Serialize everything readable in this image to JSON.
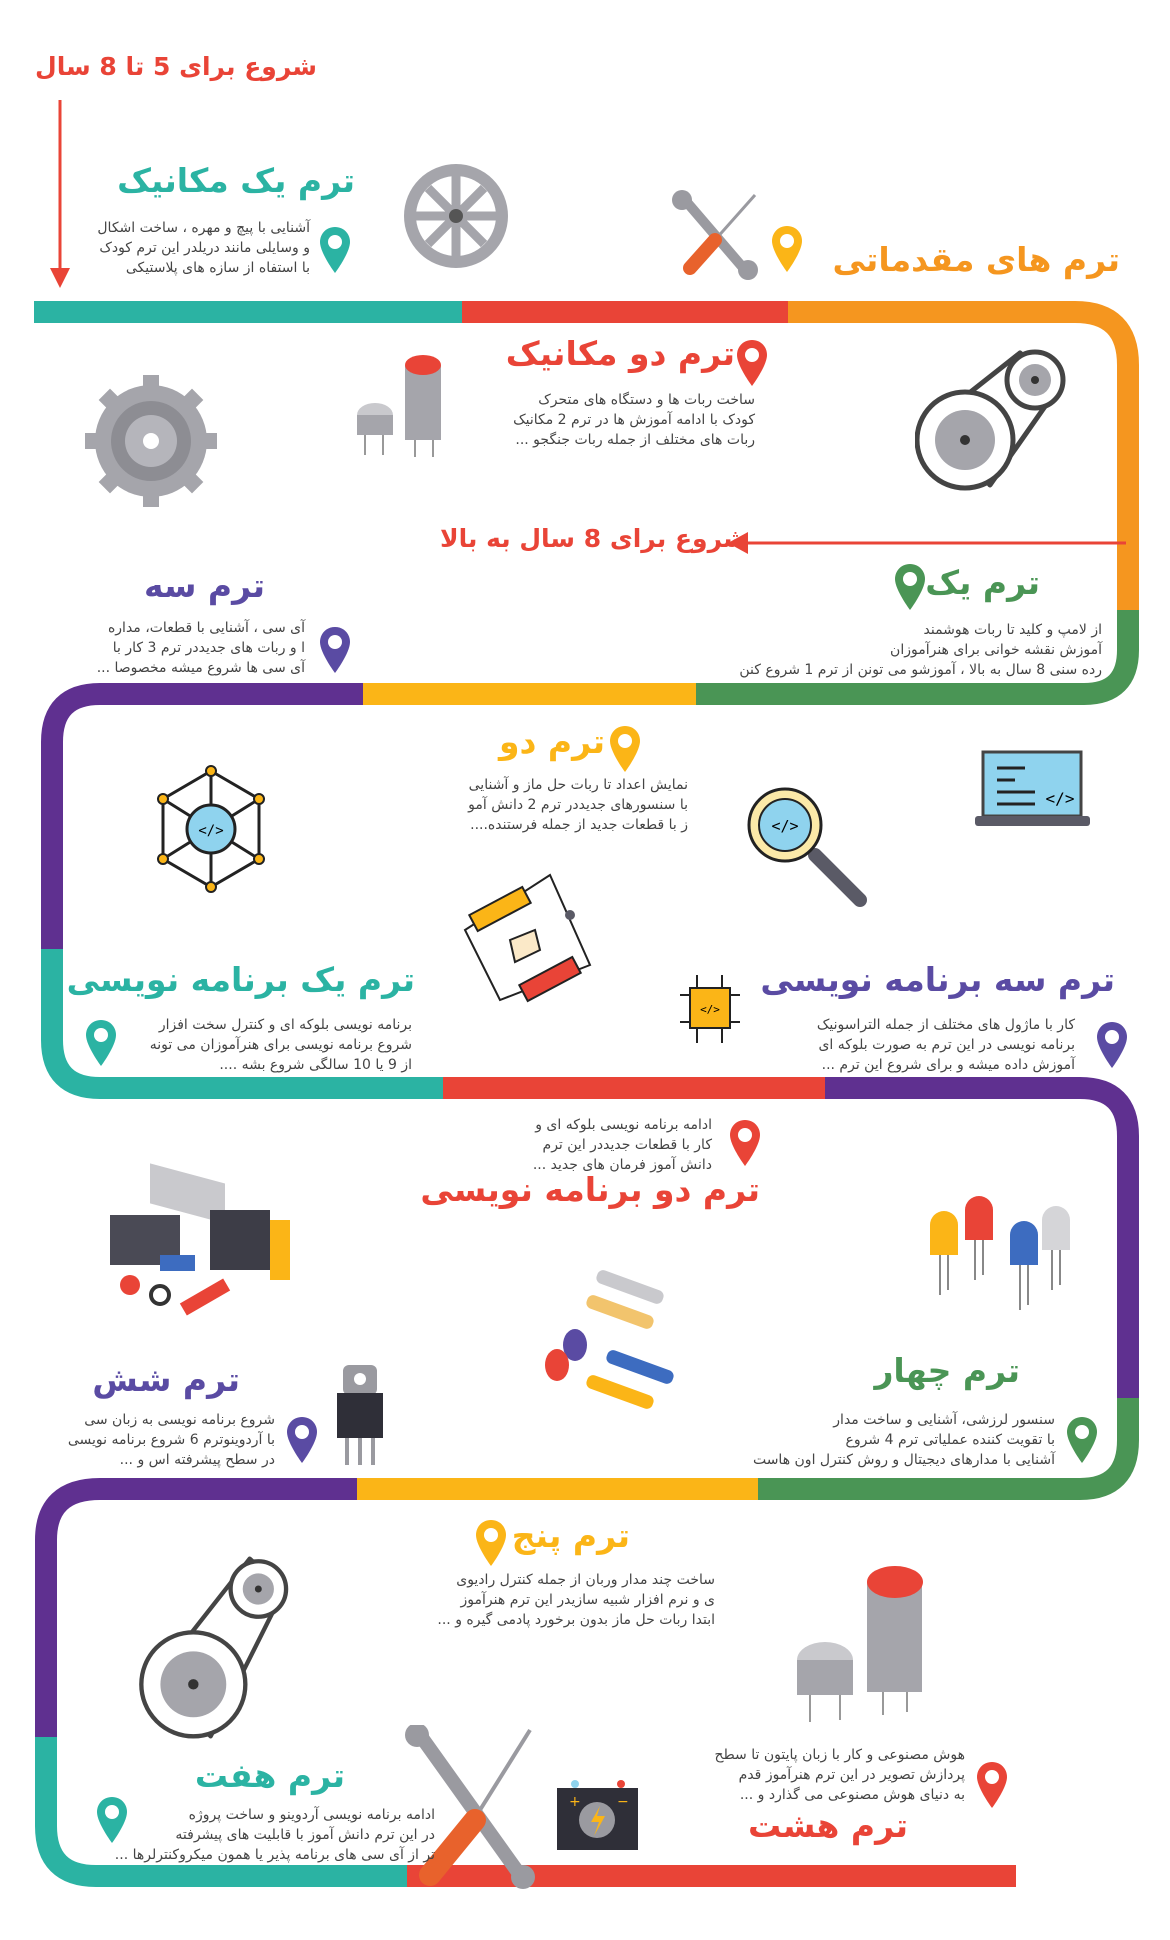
{
  "colors": {
    "teal": "#2bb3a3",
    "red": "#e94437",
    "orange": "#f5961f",
    "yellow": "#fbb517",
    "green": "#4a9555",
    "purple": "#5f3090",
    "title_purple": "#5a4ba3",
    "text": "#444444"
  },
  "start_labels": {
    "age_5_8": "شروع برای 5 تا 8 سال",
    "age_8_up": "شروع برای 8 سال به بالا"
  },
  "terms": {
    "intro": {
      "title": "ترم های مقدماتی"
    },
    "mech1": {
      "title": "ترم یک مکانیک",
      "lines": [
        "آشنایی با پیچ و مهره ، ساخت اشکال",
        "و وسایلی مانند دریلدر این ترم  کودک",
        "با استفاه از سازه های پلاستیکی"
      ]
    },
    "mech2": {
      "title": "ترم دو مکانیک",
      "lines": [
        "ساخت ربات ها و دستگاه های متحرک",
        "کودک با ادامه آموزش ها در ترم 2 مکانیک",
        "ربات های مختلف از جمله ربات جنگجو ..."
      ]
    },
    "t1": {
      "title": "ترم یک",
      "lines": [
        "از لامپ و کلید تا ربات هوشمند",
        "آموزش نقشه خوانی برای هنرآموزان",
        "رده سنی 8 سال به بالا  ، آموزشو می تونن از ترم 1 شروع کنن"
      ]
    },
    "t3": {
      "title": "ترم سه",
      "lines": [
        "آی سی ، آشنایی با قطعات، مداره",
        "ا و ربات های جدیددر ترم 3 کار با",
        "آی سی ها شروع میشه مخصوصا ..."
      ]
    },
    "t2": {
      "title": "ترم دو",
      "lines": [
        "نمایش اعداد تا ربات حل ماز و آشنایی",
        "با سنسورهای جدیددر ترم 2 دانش آمو",
        "ز با قطعات جدید از جمله فرستنده...."
      ]
    },
    "prog1": {
      "title": "ترم یک برنامه نویسی",
      "lines": [
        "برنامه نویسی بلوکه ای و کنترل سخت افزار",
        "شروع برنامه نویسی برای هنرآموزان می تونه",
        "از 9 یا 10 سالگی شروع بشه ...."
      ]
    },
    "prog3": {
      "title": "ترم سه برنامه نویسی",
      "lines": [
        "کار با ماژول های مختلف از جمله التراسونیک",
        "برنامه نویسی در این ترم به صورت بلوکه ای",
        "آموزش داده میشه و برای شروع این ترم ..."
      ]
    },
    "prog2": {
      "title": "ترم دو برنامه نویسی",
      "lines": [
        "ادامه برنامه نویسی بلوکه ای و",
        "کار با قطعات جدیددر این ترم",
        "دانش آموز فرمان های جدید ..."
      ]
    },
    "t6": {
      "title": "ترم شش",
      "lines": [
        "شروع برنامه نویسی به زبان سی",
        "با آردوینوترم 6 شروع برنامه نویسی",
        "در سطح پیشرفته اس و ..."
      ]
    },
    "t4": {
      "title": "ترم چهار",
      "lines": [
        "سنسور لرزشی، آشنایی و ساخت مدار",
        "با تقویت کننده عملیاتی ترم 4 شروع",
        "آشنایی با مدارهای دیجیتال و روش کنترل اون هاست"
      ]
    },
    "t5": {
      "title": "ترم پنج",
      "lines": [
        "ساخت چند مدار وربان از جمله کنترل رادیوی",
        "ی و نرم افزار شبیه سازیدر این ترم هنرآموز",
        "ابتدا ربات حل ماز بدون برخورد پادمی گیره و ..."
      ]
    },
    "t7": {
      "title": "ترم هفت",
      "lines": [
        "ادامه برنامه نویسی آردوینو و ساخت پروژه",
        "در این ترم دانش آموز با قابلیت های پیشرفته",
        "تر از  آی سی های برنامه پذیر یا همون میکروکنترلرها ..."
      ]
    },
    "t8": {
      "title": "ترم هشت",
      "lines": [
        "هوش مصنوعی و کار با زبان پایتون تا سطح",
        "پردازش تصویر در این ترم هنرآموز قدم",
        "به دنیای هوش مصنوعی می گذارد و ..."
      ]
    }
  }
}
